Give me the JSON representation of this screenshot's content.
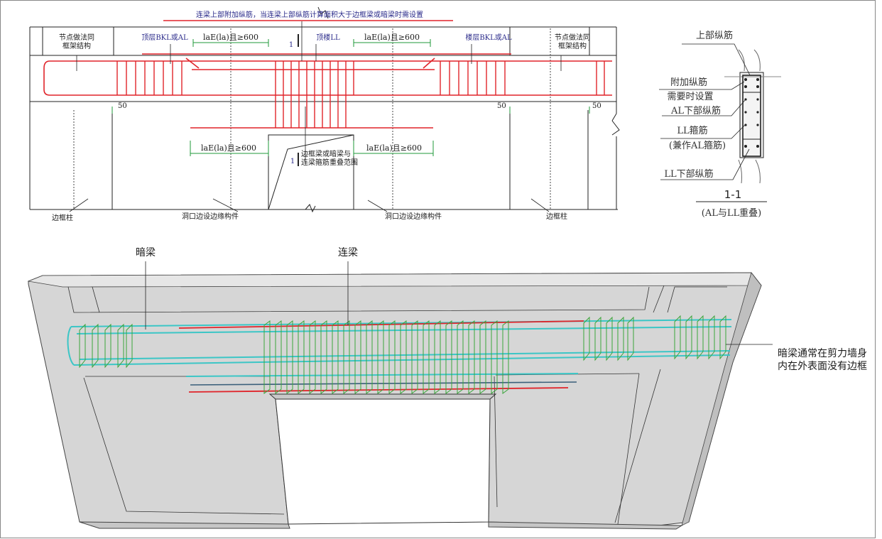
{
  "top": {
    "title_note": "连梁上部附加纵筋，当连梁上部纵筋计算面积大于边框梁或暗梁时需设置",
    "node_left": [
      "节点做法同",
      "框架结构"
    ],
    "node_right": [
      "节点做法同",
      "框架结构"
    ],
    "top_bkl": "顶层BKL或AL",
    "top_ll": "顶楼LL",
    "floor_bkl": "楼层BKL或AL",
    "dim_la": "laE(la)且≥600",
    "dim_50": "50",
    "mark_1": "1",
    "overlap_note": [
      "边框梁或暗梁与",
      "连梁箍筋重叠范围"
    ],
    "frame_col": "边框柱",
    "opening_edge": "洞口边设边缘构件"
  },
  "section": {
    "upper_bar": "上部纵筋",
    "extra_bar": "附加纵筋",
    "extra_bar_2": "需要时设置",
    "al_lower": "AL下部纵筋",
    "ll_stirrup": "LL箍筋",
    "ll_stirrup_2": "(兼作AL箍筋)",
    "ll_lower": "LL下部纵筋",
    "title": "1-1",
    "subtitle": "(AL与LL重叠)"
  },
  "model": {
    "label_al": "暗梁",
    "label_ll": "连梁",
    "note": [
      "暗梁通常在剪力墙身",
      "内在外表面没有边框"
    ]
  },
  "colors": {
    "rebar_red": "#e0242a",
    "stirrup_green": "#3aa53a",
    "bar_cyan": "#3cc6c6",
    "dim_green": "#1f9a3a",
    "wall_grey": "#d3d3d3"
  }
}
